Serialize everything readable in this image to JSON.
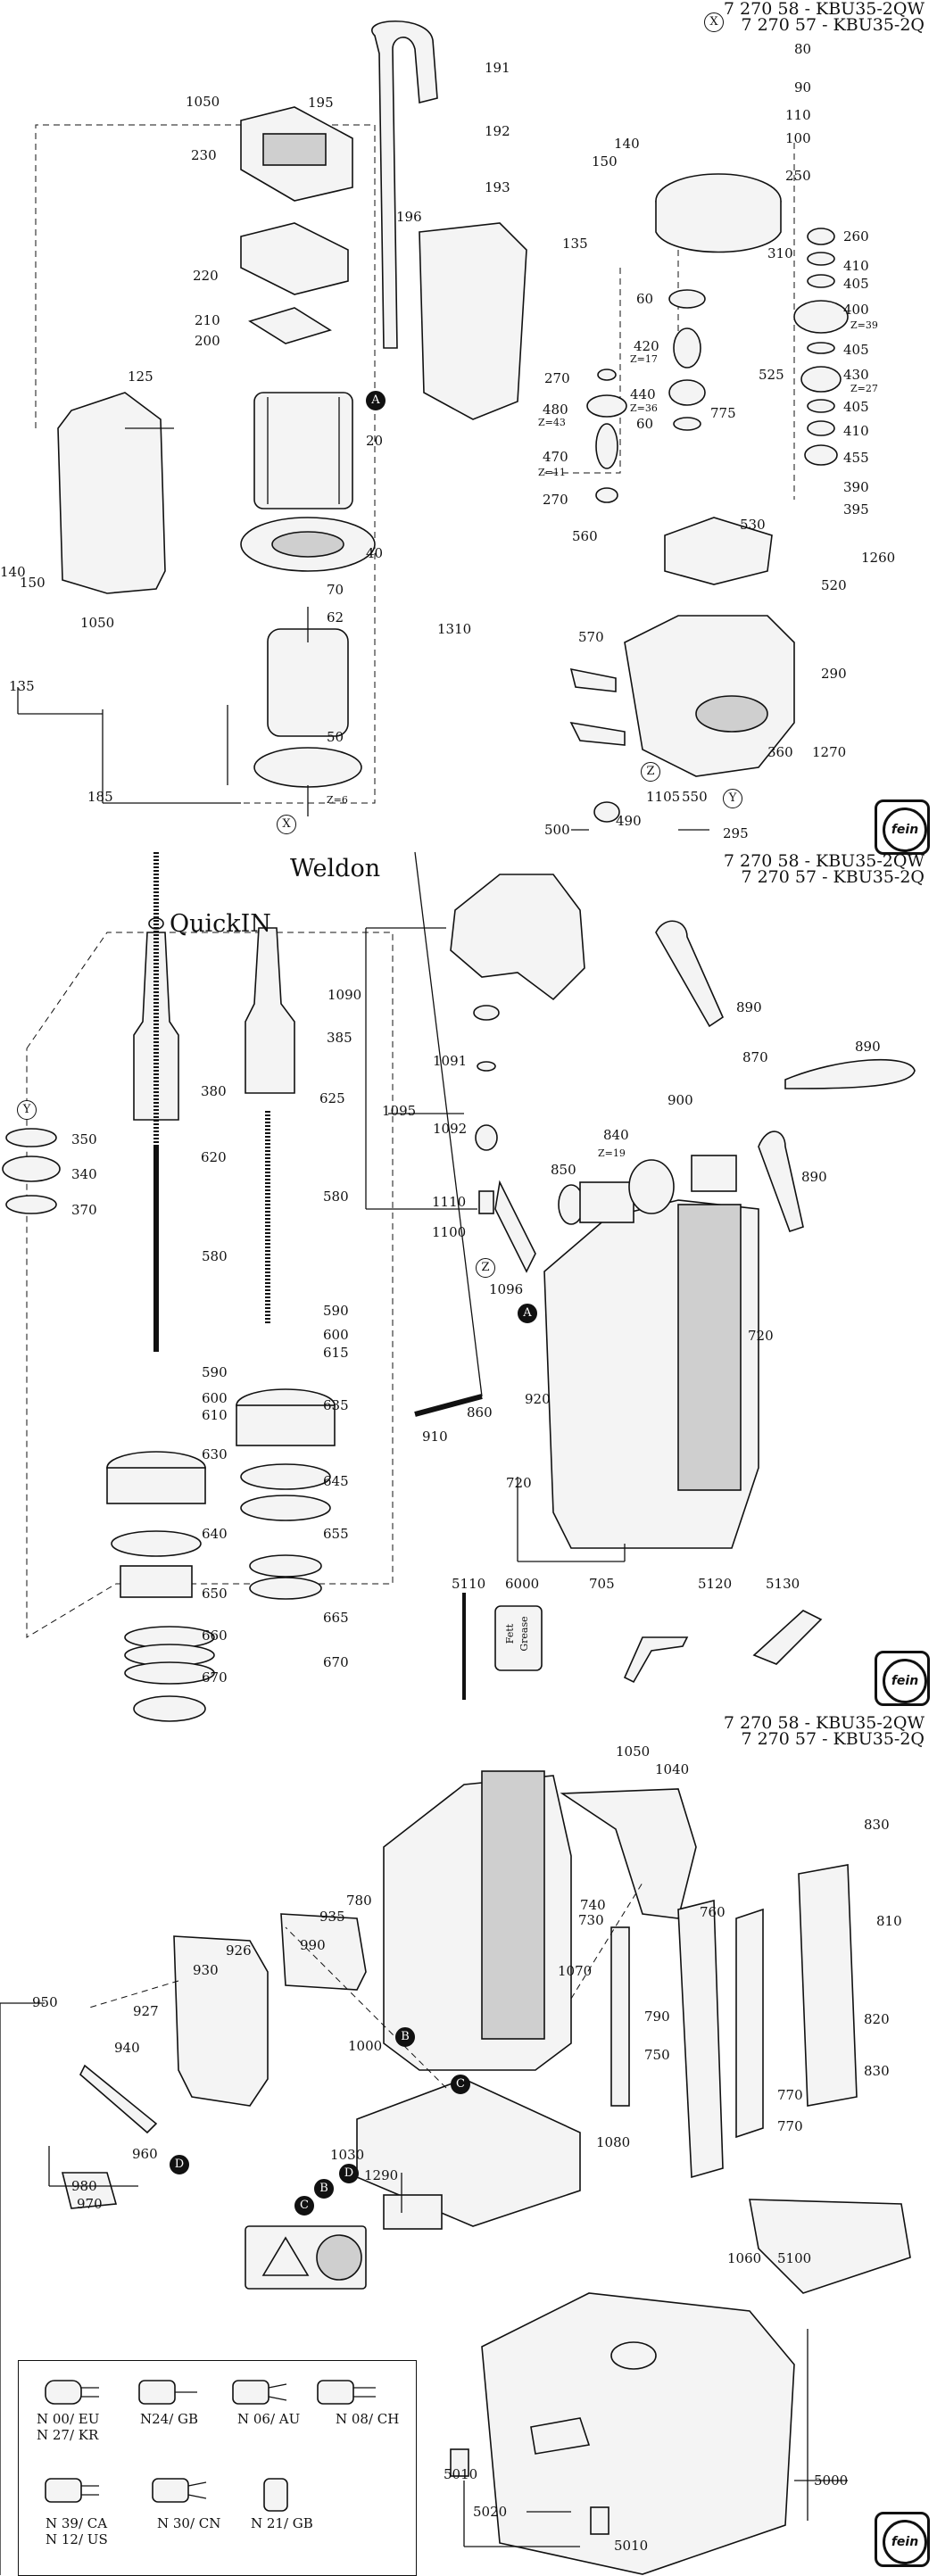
{
  "header": {
    "line1": "7 270 58 - KBU35-2QW",
    "line2": "7 270 57 - KBU35-2Q"
  },
  "brand": {
    "logo_text": "fein"
  },
  "sheet1": {
    "labels": [
      "80",
      "90",
      "110",
      "100",
      "191",
      "195",
      "192",
      "193",
      "1050",
      "230",
      "150",
      "140",
      "135",
      "250",
      "196",
      "260",
      "310",
      "410",
      "405",
      "400",
      "Z=39",
      "220",
      "60",
      "420",
      "Z=17",
      "210",
      "405",
      "525",
      "430",
      "Z=27",
      "200",
      "125",
      "270",
      "440",
      "Z=36",
      "405",
      "775",
      "480",
      "Z=43",
      "410",
      "60",
      "20",
      "470",
      "Z=11",
      "455",
      "390",
      "395",
      "270",
      "530",
      "40",
      "560",
      "1260",
      "140",
      "520",
      "150",
      "70",
      "62",
      "1050",
      "1310",
      "570",
      "290",
      "135",
      "50",
      "1270",
      "360",
      "Z=6",
      "1105",
      "550",
      "185",
      "500",
      "490",
      "295"
    ],
    "markers": [
      "X",
      "A",
      "X",
      "Z",
      "Y"
    ]
  },
  "sheet2": {
    "labels": [
      "Weldon",
      "QuickIN",
      "1090",
      "890",
      "385",
      "870",
      "890",
      "1091",
      "380",
      "625",
      "1095",
      "900",
      "350",
      "840",
      "Z=19",
      "1092",
      "620",
      "850",
      "890",
      "340",
      "370",
      "1110",
      "580",
      "1100",
      "580",
      "1096",
      "590",
      "720",
      "600",
      "615",
      "920",
      "590",
      "600",
      "610",
      "635",
      "860",
      "910",
      "630",
      "720",
      "645",
      "640",
      "655",
      "705",
      "650",
      "665",
      "660",
      "670",
      "670",
      "5110",
      "6000",
      "5120",
      "5130"
    ],
    "markers": [
      "Y",
      "Z",
      "A"
    ],
    "grease_text": "Fett Grease"
  },
  "sheet3": {
    "labels": [
      "1050",
      "1040",
      "830",
      "780",
      "935",
      "740",
      "730",
      "810",
      "926",
      "990",
      "1070",
      "760",
      "930",
      "790",
      "950",
      "927",
      "820",
      "940",
      "1000",
      "750",
      "830",
      "770",
      "770",
      "1080",
      "960",
      "1030",
      "1290",
      "980",
      "970",
      "1060",
      "5100",
      "5010",
      "5020",
      "5000",
      "5010"
    ],
    "markers": [
      "B",
      "C",
      "D",
      "B",
      "C",
      "D"
    ],
    "plugs": [
      {
        "code": "N 00/ EU"
      },
      {
        "code": "N 27/ KR"
      },
      {
        "code": "N24/ GB"
      },
      {
        "code": "N 06/ AU"
      },
      {
        "code": "N 08/ CH"
      },
      {
        "code": "N 39/ CA"
      },
      {
        "code": "N 12/ US"
      },
      {
        "code": "N 30/ CN"
      },
      {
        "code": "N 21/ GB"
      }
    ]
  }
}
